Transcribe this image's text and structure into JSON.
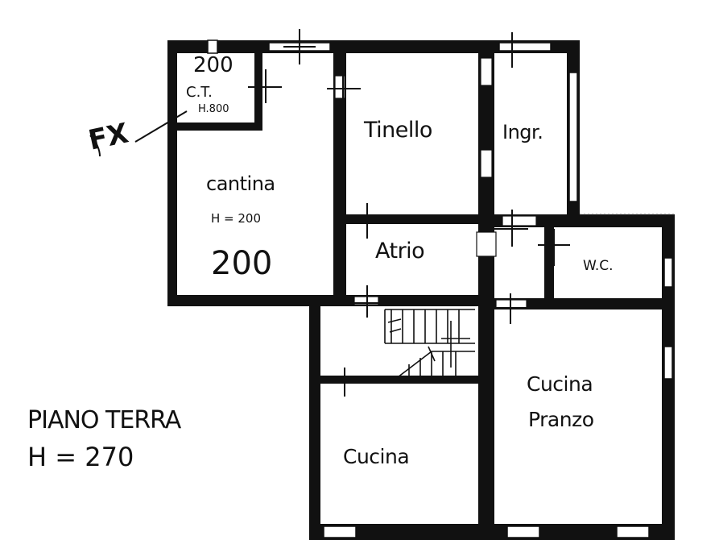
{
  "floor": {
    "name": "PIANO TERRA",
    "height": "H = 270"
  },
  "rooms": {
    "ct": {
      "number": "200",
      "code": "C.T.",
      "height": "H.800"
    },
    "cantina": {
      "name": "cantina",
      "height": "H = 200",
      "number": "200"
    },
    "tinello": {
      "name": "Tinello"
    },
    "ingresso": {
      "name": "Ingr."
    },
    "atrio": {
      "name": "Atrio"
    },
    "wc": {
      "name": "W.C."
    },
    "cucina": {
      "name": "Cucina"
    },
    "cucina_pranzo": {
      "line1": "Cucina",
      "line2": "Pranzo"
    }
  },
  "annotation": {
    "fx": "FX"
  },
  "colors": {
    "wall": "#111111",
    "paper": "#ffffff"
  }
}
